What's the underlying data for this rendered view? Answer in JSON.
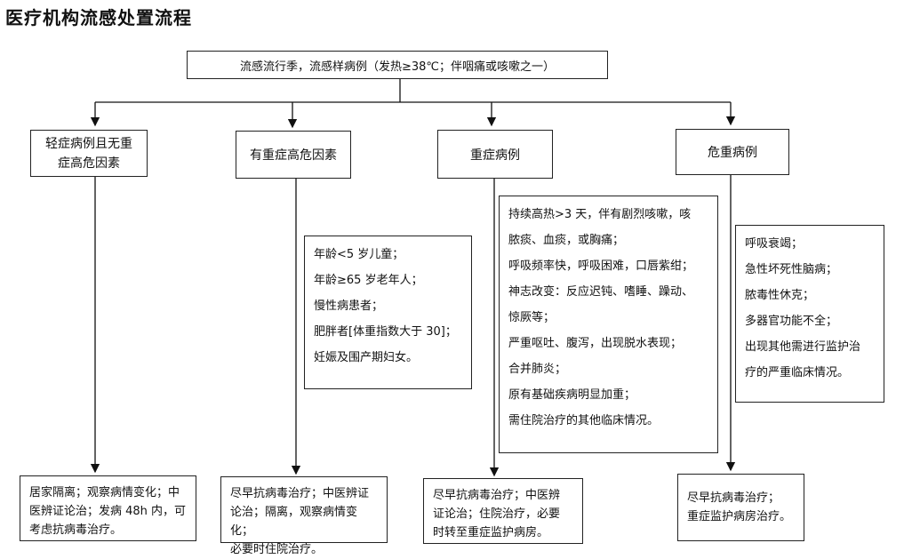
{
  "title": "医疗机构流感处置流程",
  "top_box": "流感流行季，流感样病例（发热≥38℃；伴咽痛或咳嗽之一）",
  "categories": [
    "轻症病例且无重症高危因素",
    "有重症高危因素",
    "重症病例",
    "危重病例"
  ],
  "high_risk_factors": [
    "年龄<5 岁儿童；",
    "年龄≥65 岁老年人；",
    "慢性病患者；",
    "肥胖者[体重指数大于 30]；",
    "妊娠及围产期妇女。"
  ],
  "severe_criteria": [
    "持续高热>3 天，伴有剧烈咳嗽，咳",
    "脓痰、血痰，或胸痛；",
    "呼吸频率快，呼吸困难，口唇紫绀；",
    "神志改变：反应迟钝、嗜睡、躁动、",
    "惊厥等；",
    "严重呕吐、腹泻，出现脱水表现；",
    "合并肺炎；",
    "原有基础疾病明显加重；",
    "需住院治疗的其他临床情况。"
  ],
  "critical_criteria": [
    "呼吸衰竭；",
    "急性坏死性脑病；",
    "脓毒性休克；",
    "多器官功能不全；",
    "出现其他需进行监护治",
    "疗的严重临床情况。"
  ],
  "actions": [
    [
      "居家隔离；观察病情变化；中",
      "医辨证论治；发病 48h 内，可",
      "考虑抗病毒治疗。"
    ],
    [
      "尽早抗病毒治疗；中医辨证",
      "论治；隔离，观察病情变化；",
      "必要时住院治疗。"
    ],
    [
      "尽早抗病毒治疗；中医辨",
      "证论治；住院治疗，必要",
      "时转至重症监护病房。"
    ],
    [
      "尽早抗病毒治疗；",
      "重症监护病房治疗。"
    ]
  ]
}
